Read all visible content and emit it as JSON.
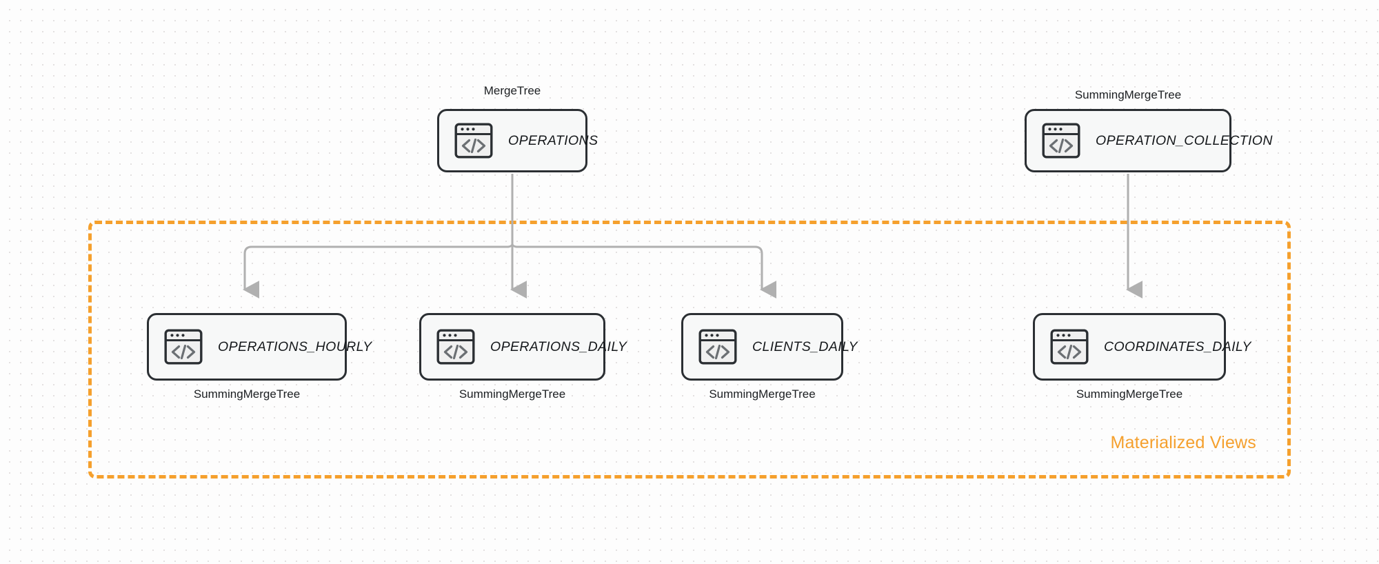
{
  "diagram": {
    "title": "ClickHouse table and materialized view lineage",
    "colors": {
      "accent_orange": "#f5a02d",
      "node_border": "#2b2f33",
      "node_fill": "#f7f8f8",
      "edge_gray": "#b0b0b0",
      "canvas": "#fdfdfd",
      "dot_grid": "#e3e0e0"
    },
    "group": {
      "label": "Materialized Views"
    },
    "nodes": [
      {
        "id": "operations",
        "name": "OPERATIONS",
        "engine": "MergeTree",
        "engine_position": "above",
        "icon": "code-window-icon"
      },
      {
        "id": "operation_collection",
        "name": "OPERATION_COLLECTION",
        "engine": "SummingMergeTree",
        "engine_position": "above",
        "icon": "code-window-icon"
      },
      {
        "id": "operations_hourly",
        "name": "OPERATIONS_HOURLY",
        "engine": "SummingMergeTree",
        "engine_position": "below",
        "icon": "code-window-icon"
      },
      {
        "id": "operations_daily",
        "name": "OPERATIONS_DAILY",
        "engine": "SummingMergeTree",
        "engine_position": "below",
        "icon": "code-window-icon"
      },
      {
        "id": "clients_daily",
        "name": "CLIENTS_DAILY",
        "engine": "SummingMergeTree",
        "engine_position": "below",
        "icon": "code-window-icon"
      },
      {
        "id": "coordinates_daily",
        "name": "COORDINATES_DAILY",
        "engine": "SummingMergeTree",
        "engine_position": "below",
        "icon": "code-window-icon"
      }
    ],
    "edges": [
      {
        "from": "operations",
        "to": "operations_hourly"
      },
      {
        "from": "operations",
        "to": "operations_daily"
      },
      {
        "from": "operations",
        "to": "clients_daily"
      },
      {
        "from": "operation_collection",
        "to": "coordinates_daily"
      }
    ]
  }
}
